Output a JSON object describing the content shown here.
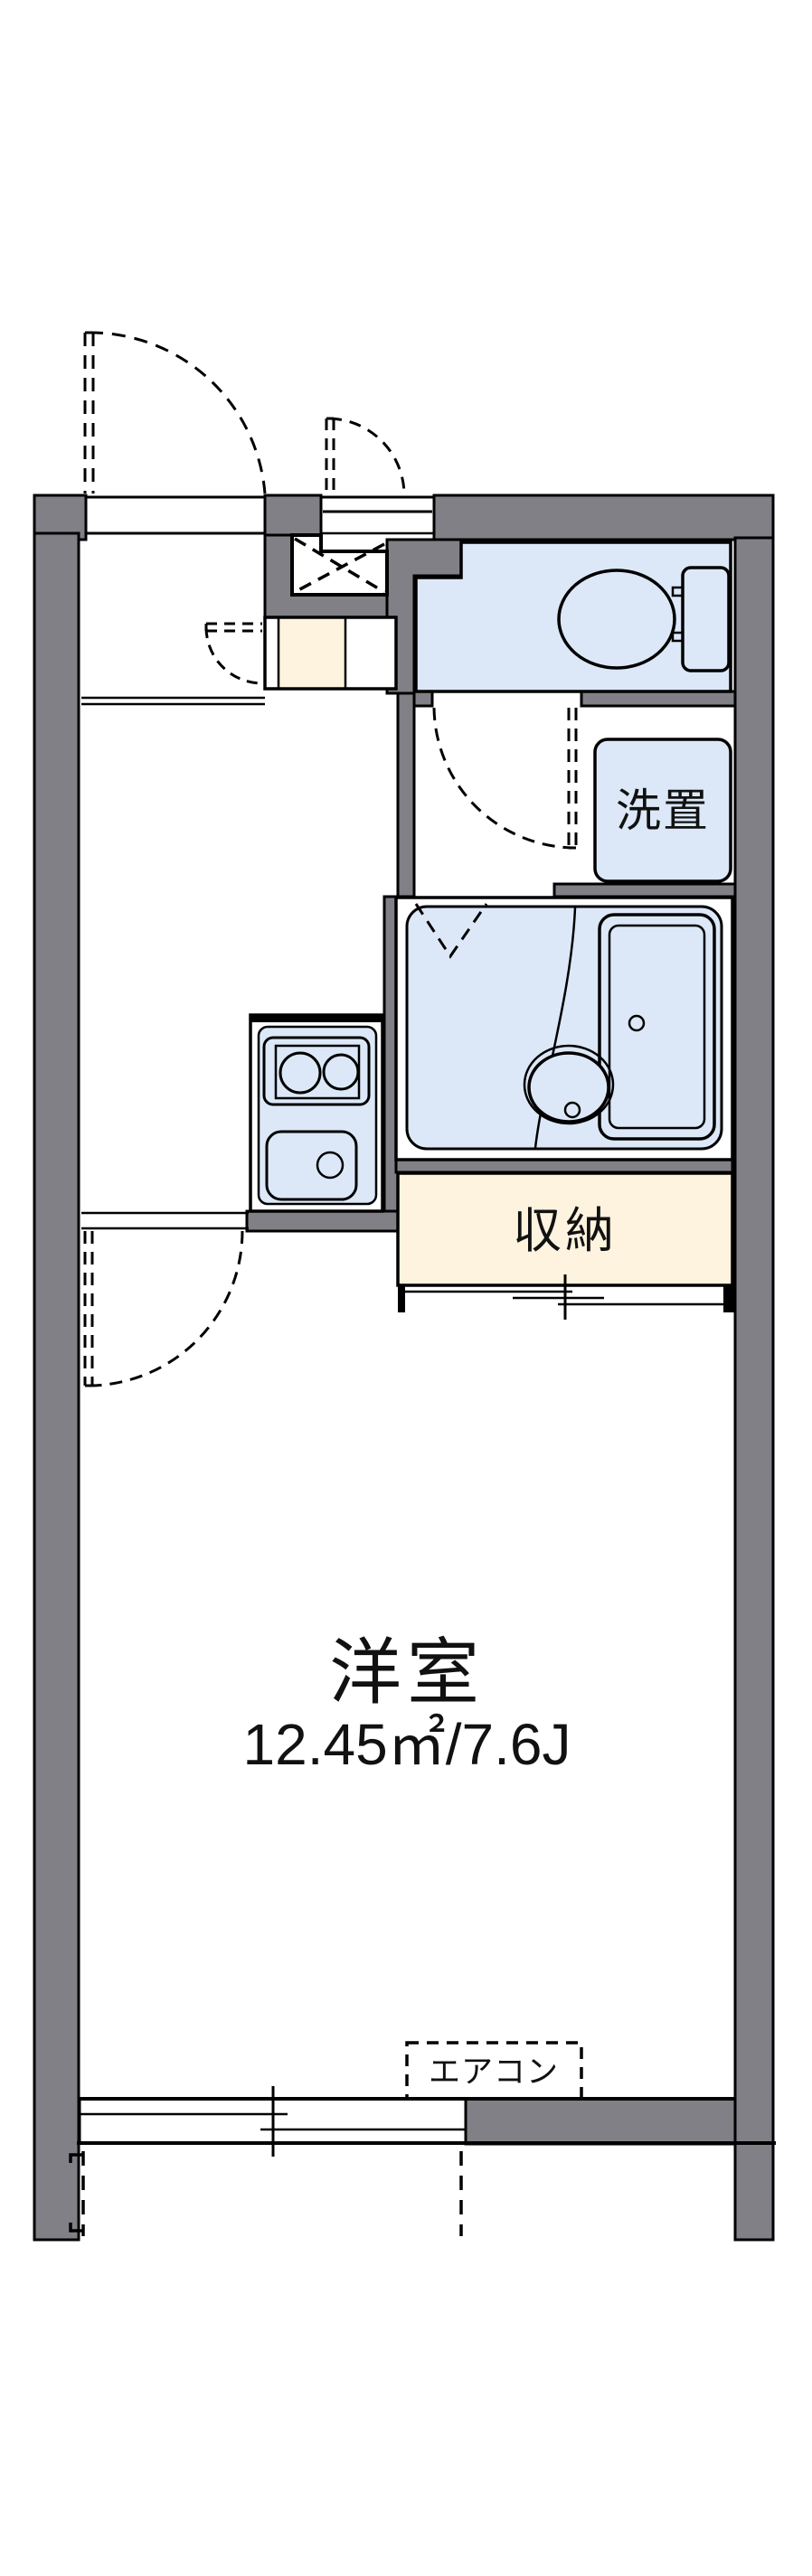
{
  "floorplan": {
    "labels": {
      "room": "洋室",
      "room_size": "12.45㎡/7.6J",
      "closet": "収納",
      "washer": "洗置",
      "aircon": "エアコン"
    },
    "colors": {
      "wall": "#808086",
      "fixture_fill": "#dce8f7",
      "storage_fill": "#fdf3de",
      "line": "#000000",
      "background": "#ffffff"
    }
  }
}
